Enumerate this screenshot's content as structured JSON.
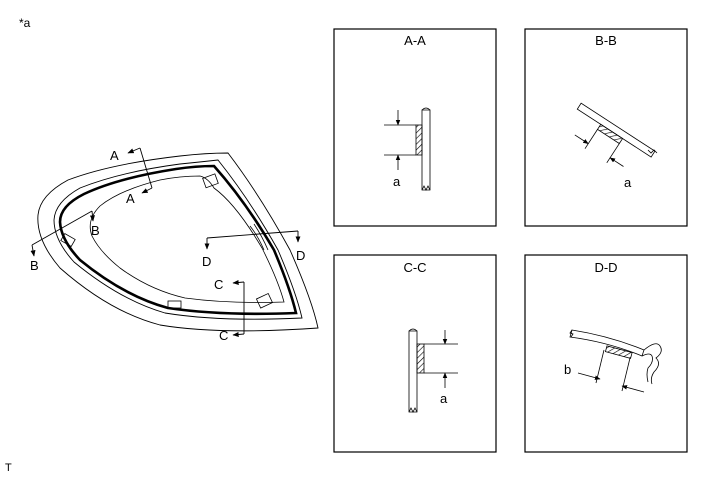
{
  "marker": "*a",
  "footer": "T",
  "main_view": {
    "cut_labels": {
      "a_top": "A",
      "a_bottom": "A",
      "b_left": "B",
      "b_right": "B",
      "c_top": "C",
      "c_bottom": "C",
      "d_left": "D",
      "d_right": "D"
    }
  },
  "sections": {
    "aa": {
      "title": "A-A",
      "dim": "a"
    },
    "bb": {
      "title": "B-B",
      "dim": "a"
    },
    "cc": {
      "title": "C-C",
      "dim": "a"
    },
    "dd": {
      "title": "D-D",
      "dim": "b"
    }
  }
}
